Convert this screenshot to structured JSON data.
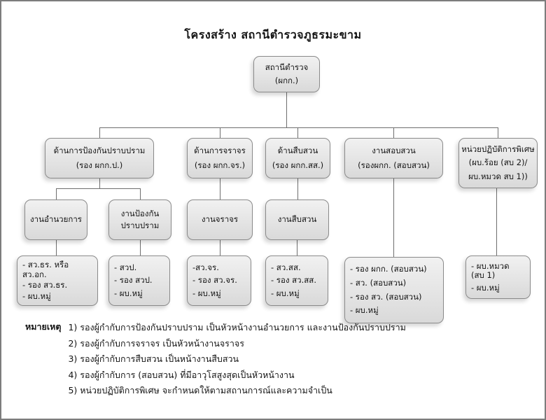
{
  "page": {
    "title": "โครงสร้าง สถานีตำรวจภูธรมะขาม"
  },
  "boxes": {
    "root": {
      "lines": [
        "สถานีตำรวจ",
        "(ผกก.)"
      ]
    },
    "prevention_division": {
      "lines": [
        "ด้านการป้องกันปราบปราม",
        "(รอง ผกก.ป.)"
      ]
    },
    "traffic_division": {
      "lines": [
        "ด้านการจราจร",
        "(รอง ผกก.จร.)"
      ]
    },
    "investigation_division": {
      "lines": [
        "ด้านสืบสวน",
        "(รอง ผกก.สส.)"
      ]
    },
    "interrogation_division": {
      "lines": [
        "งานสอบสวน",
        "(รองผกก. (สอบสวน)"
      ]
    },
    "special_ops_unit": {
      "lines": [
        "หน่วยปฏิบัติการพิเศษ",
        "(ผบ.ร้อย (สบ 2)/",
        "ผบ.หมวด สบ 1))"
      ]
    },
    "admin_work": {
      "lines": [
        "งานอำนวยการ"
      ]
    },
    "prevention_work": {
      "lines": [
        "งานป้องกัน",
        "ปราบปราม"
      ]
    },
    "traffic_work": {
      "lines": [
        "งานจราจร"
      ]
    },
    "investigation_work": {
      "lines": [
        "งานสืบสวน"
      ]
    },
    "admin_staff": {
      "lines": [
        "- สว.ธร. หรือสว.อก.",
        "- รอง สว.ธร.",
        "- ผบ.หมู่"
      ]
    },
    "prevention_staff": {
      "lines": [
        "- สวป.",
        "- รอง สวป.",
        "- ผบ.หมู่"
      ]
    },
    "traffic_staff": {
      "lines": [
        "-สว.จร.",
        "- รอง สว.จร.",
        "- ผบ.หมู่"
      ]
    },
    "investigation_staff": {
      "lines": [
        "- สว.สส.",
        "- รอง สว.สส.",
        "- ผบ.หมู่"
      ]
    },
    "interrogation_staff": {
      "lines": [
        "- รอง ผกก. (สอบสวน)",
        "- สว. (สอบสวน)",
        "- รอง สว. (สอบสวน)",
        "- ผบ.หมู่"
      ]
    },
    "special_ops_staff": {
      "lines": [
        "- ผบ.หมวด (สบ 1)",
        "- ผบ.หมู่"
      ]
    }
  },
  "notes": {
    "label": "หมายเหตุ",
    "items": [
      "1) รองผู้กำกับการป้องกันปราบปราม เป็นหัวหน้างานอำนวยการ และงานป้องกันปราบปราม",
      "2) รองผู้กำกับการจราจร เป็นหัวหน้างานจราจร",
      "3) รองผู้กำกับการสืบสวน เป็นหน้างานสืบสวน",
      "4) รองผู้กำกับการ (สอบสวน) ที่มีอาวุโสสูงสุดเป็นหัวหน้างาน",
      "5) หน่วยปฏิบัติการพิเศษ จะกำหนดให้ตามสถานการณ์และความจำเป็น"
    ]
  },
  "colors": {
    "box_fill": "#e6e6e6",
    "box_border": "#8a8a8a",
    "connector": "#6e6e6e",
    "frame_border": "#7d7d7d",
    "text": "#141414"
  }
}
